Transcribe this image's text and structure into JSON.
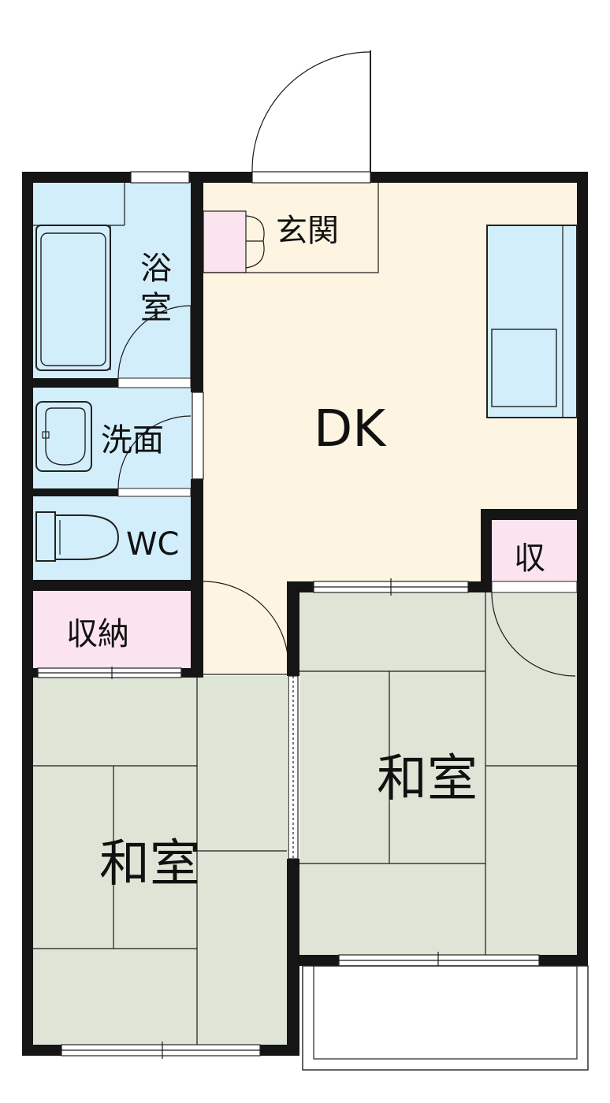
{
  "floorplan": {
    "rooms": {
      "bath": "浴\n室",
      "bath_line1": "浴",
      "bath_line2": "室",
      "washroom": "洗面",
      "wc": "WC",
      "entrance": "玄関",
      "dk": "DK",
      "storage_left": "収納",
      "storage_right": "収",
      "washitsu_left": "和室",
      "washitsu_right": "和室"
    },
    "colors": {
      "wet_area": "#d3eefb",
      "dk_floor": "#fdf5e1",
      "storage": "#fbe4ef",
      "tatami": "#dfe5d6",
      "wall": "#151515"
    }
  }
}
